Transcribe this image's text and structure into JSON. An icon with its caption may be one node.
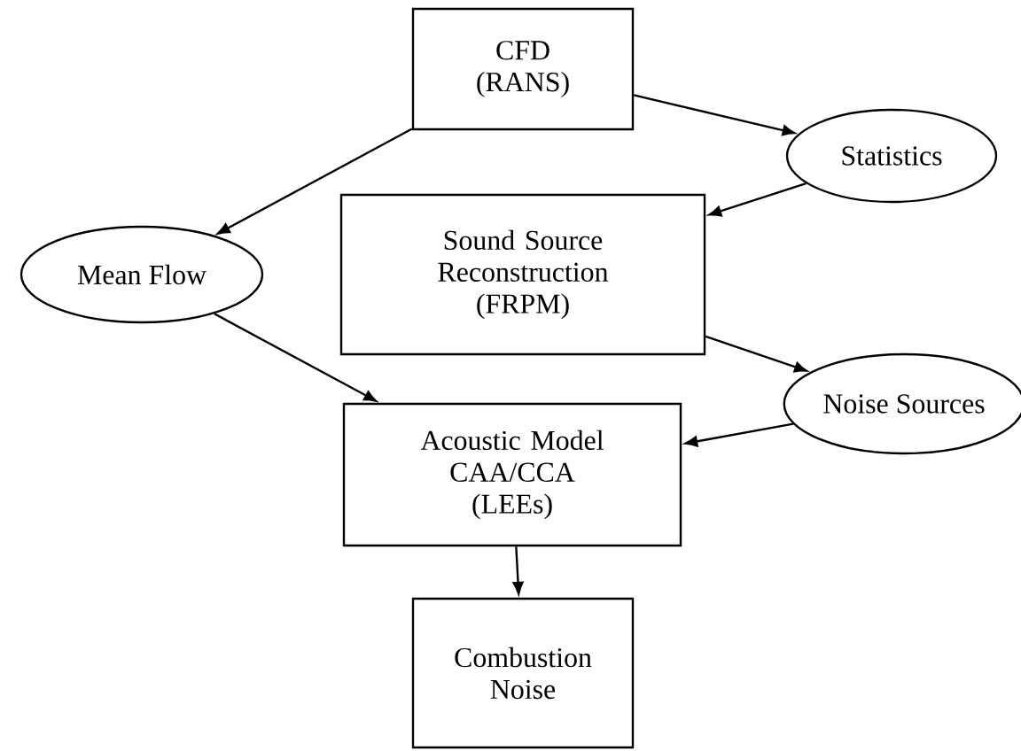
{
  "diagram": {
    "nodes": [
      {
        "text": [
          "CFD (RANS)"
        ]
      },
      {
        "text": [
          "Statistics"
        ]
      },
      {
        "text": [
          "Mean Flow"
        ]
      },
      {
        "text": [
          "Sound Source Reconstruction (FRPM)"
        ]
      },
      {
        "text": [
          "Noise Sources"
        ]
      },
      {
        "text": [
          "Acoustic Model CAA/CCA (LEEs)"
        ]
      },
      {
        "text": [
          "Combustion Noise"
        ]
      }
    ],
    "edges": [
      {
        "from": 0,
        "to": 1,
        "arrow": "to"
      },
      {
        "from": 0,
        "to": 2,
        "arrow": "to"
      },
      {
        "from": 1,
        "to": 3,
        "arrow": "to"
      },
      {
        "from": 3,
        "to": 4,
        "arrow": "to"
      },
      {
        "from": 2,
        "to": 5,
        "arrow": "to"
      },
      {
        "from": 4,
        "to": 5,
        "arrow": "to"
      },
      {
        "from": 5,
        "to": 6,
        "arrow": "to"
      }
    ]
  }
}
